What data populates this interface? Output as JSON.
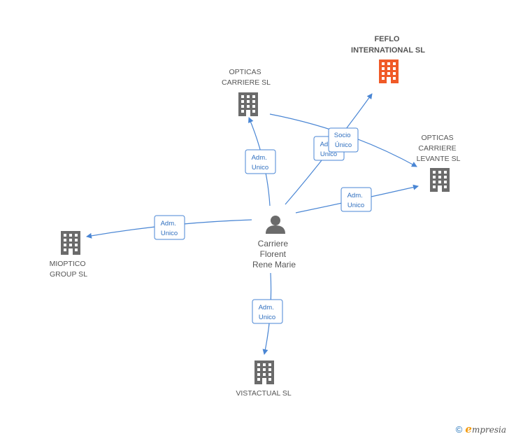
{
  "person": {
    "lines": [
      "Carriere",
      "Florent",
      "Rene Marie"
    ]
  },
  "companies": {
    "feflo": {
      "lines": [
        "FEFLO",
        "INTERNATIONAL SL"
      ],
      "highlight": true
    },
    "opticas": {
      "lines": [
        "OPTICAS",
        "CARRIERE SL"
      ]
    },
    "levante": {
      "lines": [
        "OPTICAS",
        "CARRIERE",
        "LEVANTE SL"
      ]
    },
    "mioptico": {
      "lines": [
        "MIOPTICO",
        "GROUP  SL"
      ]
    },
    "vistactual": {
      "lines": [
        "VISTACTUAL SL"
      ]
    }
  },
  "edges": {
    "opticas": {
      "lines": [
        "Adm.",
        "Unico"
      ]
    },
    "feflo_adm": {
      "lines": [
        "Adm.",
        "Unico"
      ]
    },
    "feflo_socio": {
      "lines": [
        "Socio",
        "Único"
      ]
    },
    "levante": {
      "lines": [
        "Adm.",
        "Unico"
      ]
    },
    "mioptico": {
      "lines": [
        "Adm.",
        "Unico"
      ]
    },
    "vistactual": {
      "lines": [
        "Adm.",
        "Unico"
      ]
    }
  },
  "colors": {
    "edge": "#4a86d4",
    "building": "#6b6b6b",
    "highlight": "#f05a28"
  },
  "footer": {
    "copyright": "©",
    "brand_initial": "e",
    "brand_rest": "mpresia"
  }
}
